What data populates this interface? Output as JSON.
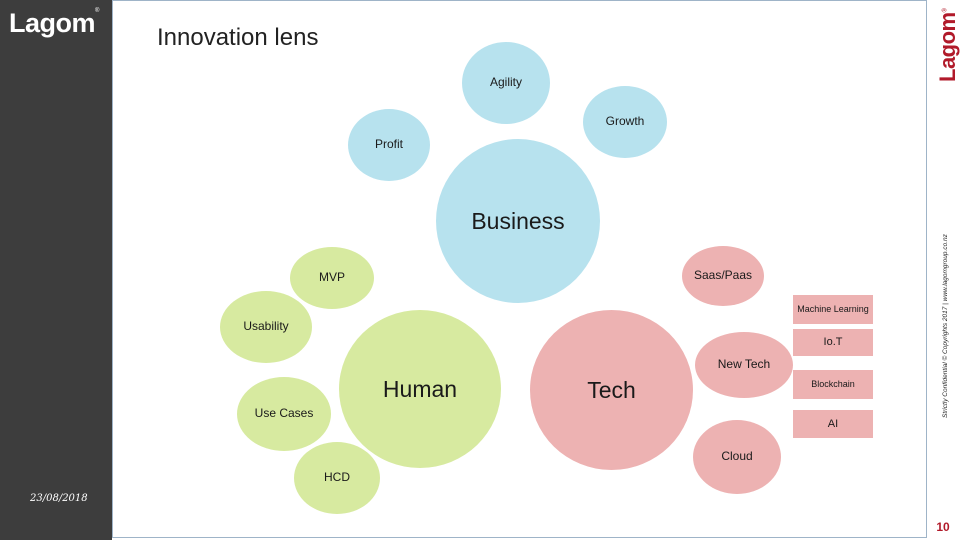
{
  "brand": {
    "name": "Lagom",
    "mark": "®",
    "accent_color": "#b11a2a"
  },
  "title": "Innovation lens",
  "date": "23/08/2018",
  "confidential": "Strictly Confidential © Copyrights 2017 | www.lagomgroup.co.nz",
  "page_number": "10",
  "colors": {
    "business": "#b7e2ee",
    "human": "#d7eaa0",
    "tech": "#edb2b2",
    "sidebar": "#3d3d3d"
  },
  "business": {
    "center": "Business",
    "agility": "Agility",
    "growth": "Growth",
    "profit": "Profit"
  },
  "human": {
    "center": "Human",
    "mvp": "MVP",
    "usability": "Usability",
    "use_cases": "Use Cases",
    "hcd": "HCD"
  },
  "tech": {
    "center": "Tech",
    "saas": "Saas/Paas",
    "machine_learning": "Machine Learning",
    "iot": "Io.T",
    "new_tech": "New Tech",
    "blockchain": "Blockchain",
    "ai": "AI",
    "cloud": "Cloud"
  }
}
